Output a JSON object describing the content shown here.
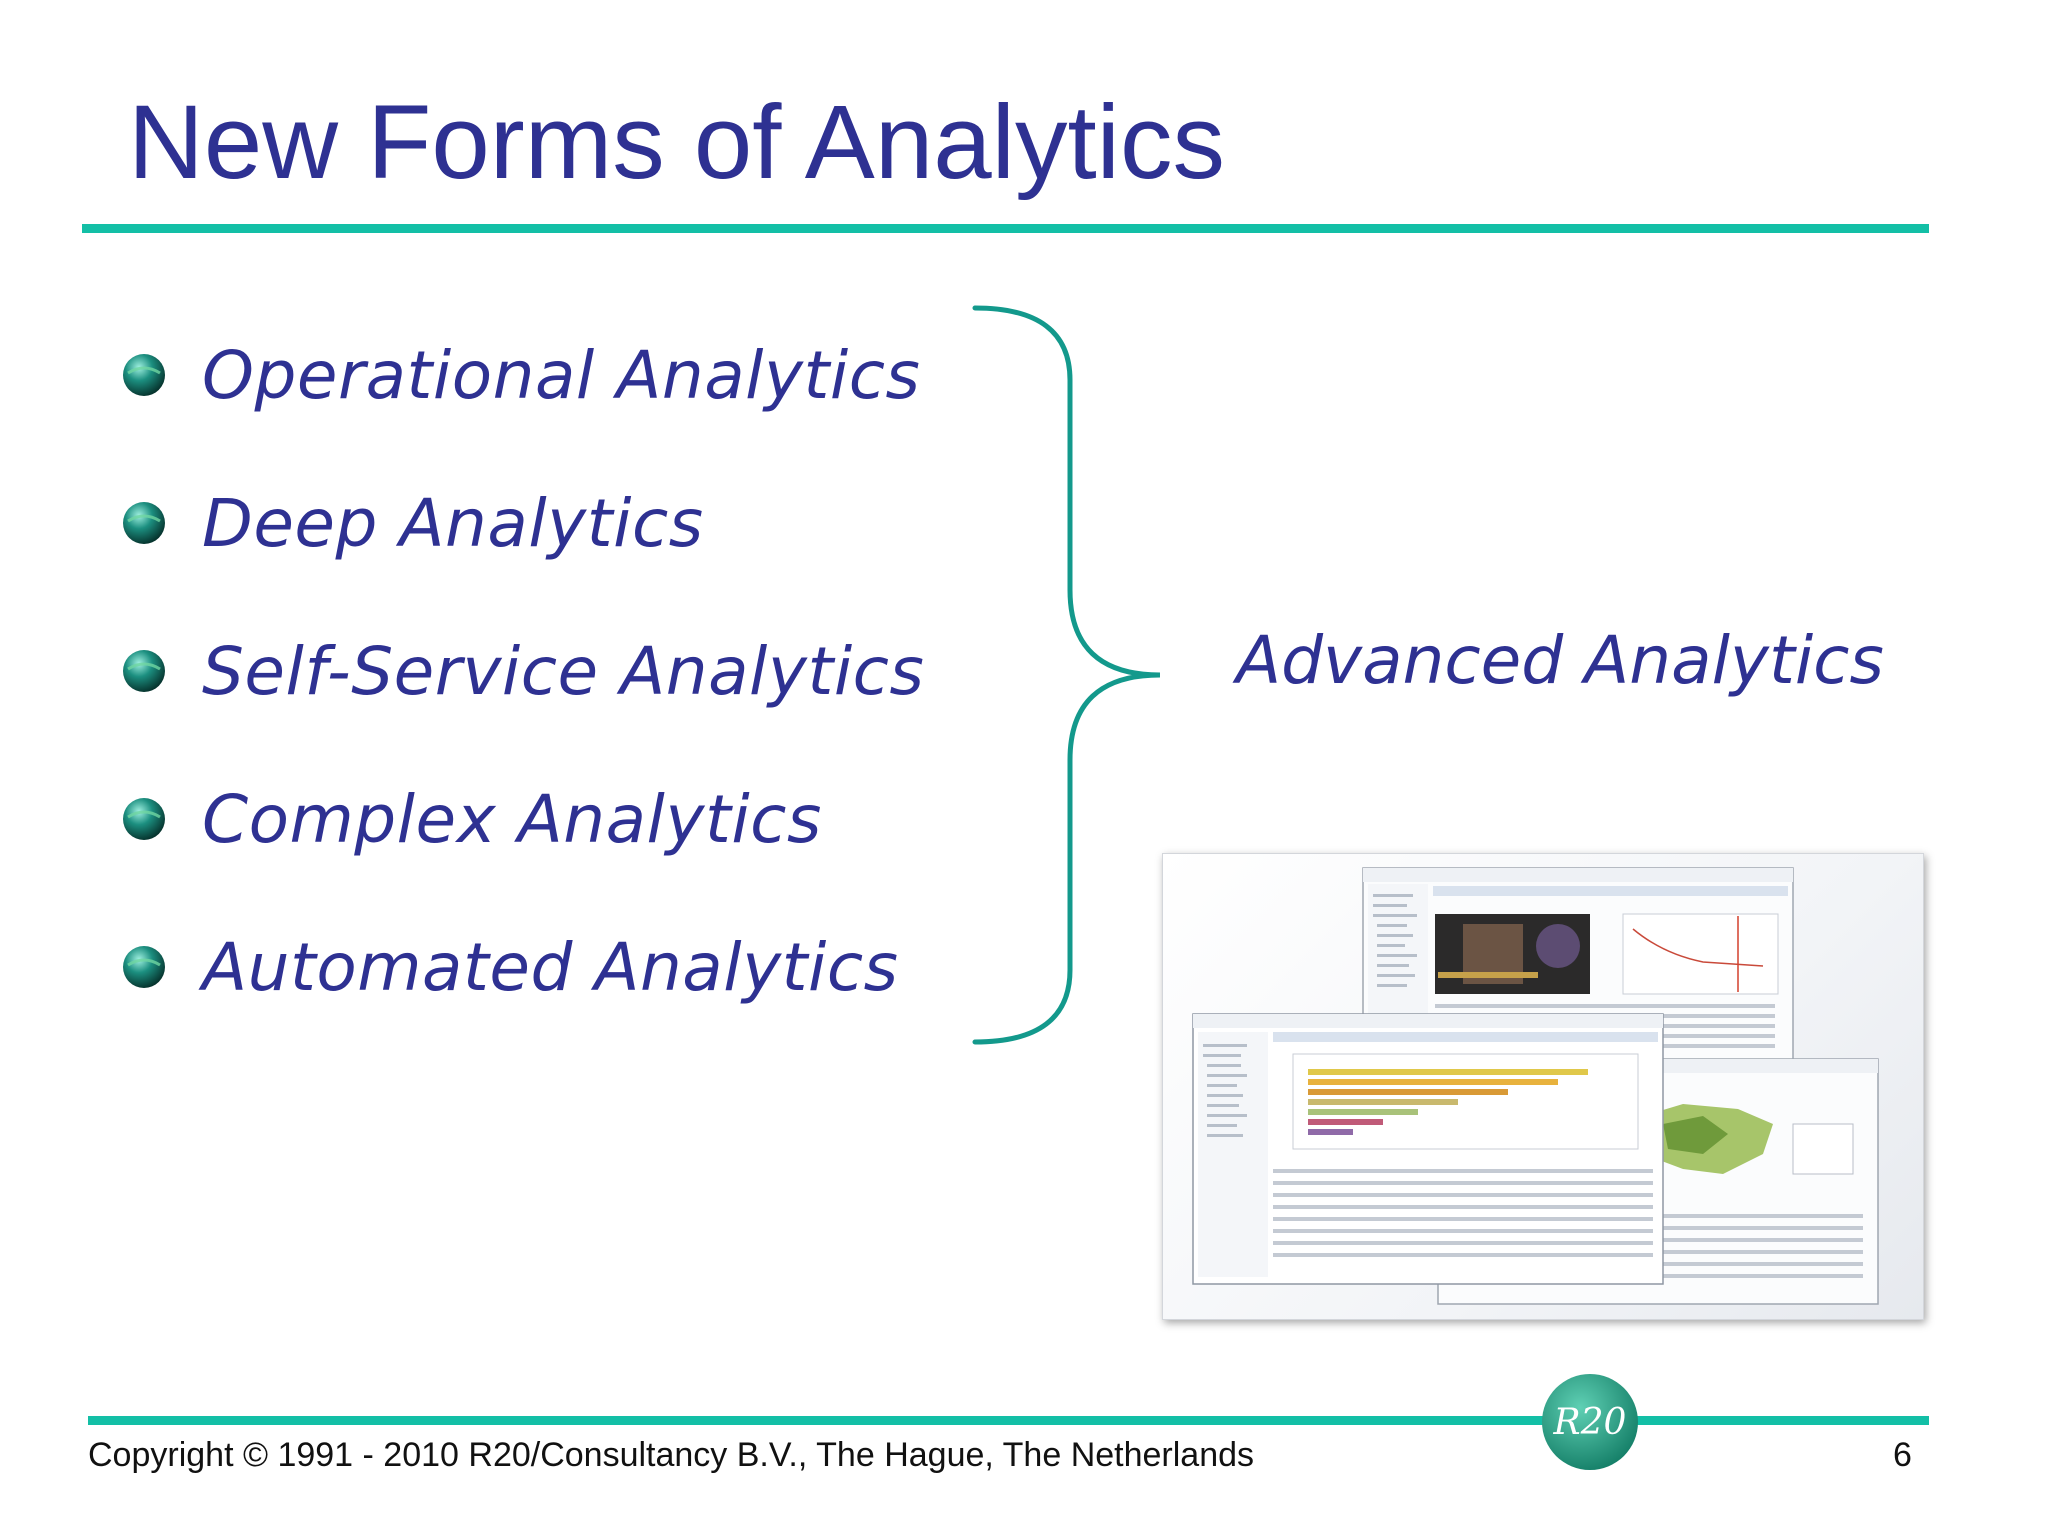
{
  "slide": {
    "title": "New Forms of Analytics",
    "bullets": [
      "Operational Analytics",
      "Deep Analytics",
      "Self-Service Analytics",
      "Complex Analytics",
      "Automated Analytics"
    ],
    "summary_label": "Advanced Analytics",
    "logo_text": "R20"
  },
  "footer": {
    "copyright": "Copyright © 1991 - 2010 R20/Consultancy B.V., The Hague, The Netherlands",
    "page_number": "6"
  },
  "colors": {
    "title": "#2e3192",
    "accent_rule": "#13bfa6",
    "brace": "#13998c",
    "logo": "#1aa387"
  },
  "icons": {
    "bullet": "teal-sphere-bullet-icon"
  }
}
